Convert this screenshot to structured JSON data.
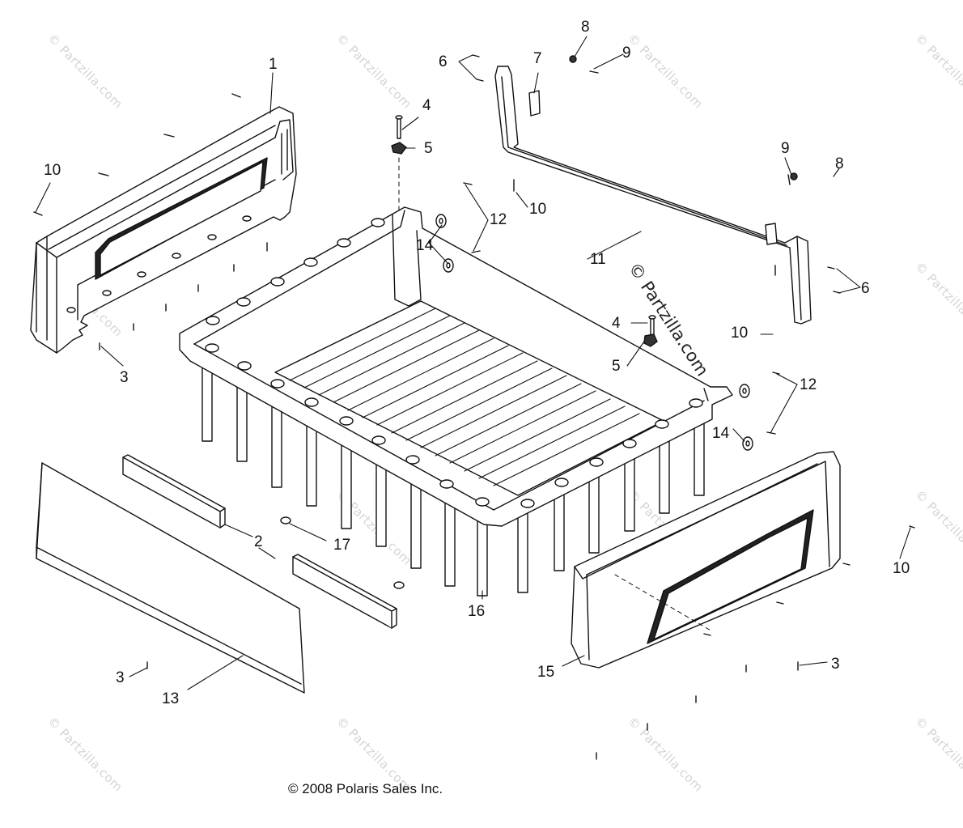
{
  "diagram": {
    "callouts": {
      "c1": "1",
      "c2": "2",
      "c3a": "3",
      "c3b": "3",
      "c3c": "3",
      "c4a": "4",
      "c4b": "4",
      "c5a": "5",
      "c5b": "5",
      "c6a": "6",
      "c6b": "6",
      "c7": "7",
      "c8a": "8",
      "c8b": "8",
      "c9a": "9",
      "c9b": "9",
      "c10a": "10",
      "c10b": "10",
      "c10c": "10",
      "c10d": "10",
      "c11": "11",
      "c12a": "12",
      "c12b": "12",
      "c13": "13",
      "c14a": "14",
      "c14b": "14",
      "c15": "15",
      "c16": "16",
      "c17": "17"
    },
    "watermark": "© Partzilla.com",
    "copyright": "© 2008 Polaris Sales Inc."
  }
}
